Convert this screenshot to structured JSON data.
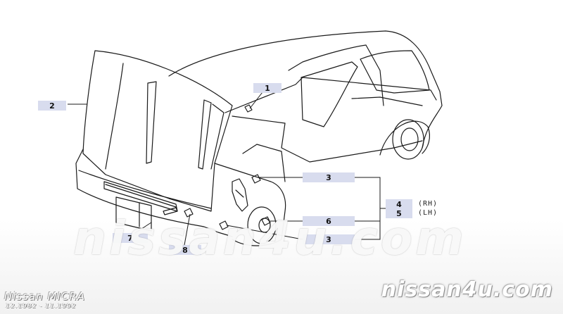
{
  "callouts": [
    {
      "label": "1"
    },
    {
      "label": "2"
    },
    {
      "label": "3"
    },
    {
      "label": "4"
    },
    {
      "label": "5"
    },
    {
      "label": "6"
    },
    {
      "label": "3"
    },
    {
      "label": "7"
    },
    {
      "label": "8"
    }
  ],
  "side_labels": {
    "rh": "(RH)",
    "lh": "(LH)"
  },
  "watermark": {
    "center": "nissan4u.com",
    "corner": "nissan4u.com"
  },
  "footer": {
    "model": "Nissan MICRA",
    "years": "12.1982 - 11.1992"
  },
  "colors": {
    "callout_bg": "#d8dcee",
    "line": "#1a1a1a"
  }
}
